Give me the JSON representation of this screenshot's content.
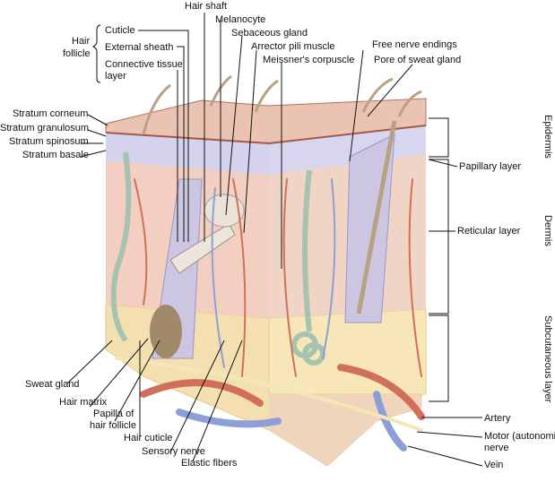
{
  "hair_follicle": {
    "group_label_line1": "Hair",
    "group_label_line2": "follicle",
    "cuticle": "Cuticle",
    "external_sheath": "External sheath",
    "connective_line1": "Connective tissue",
    "connective_line2": "layer"
  },
  "top_labels": {
    "hair_shaft": "Hair shaft",
    "melanocyte": "Melanocyte",
    "sebaceous_gland": "Sebaceous gland",
    "arrector_pili": "Arrector pili muscle",
    "meissner": "Meissner's corpuscle",
    "free_nerve": "Free nerve endings",
    "pore": "Pore of sweat gland"
  },
  "epidermis_layers": {
    "corneum": "Stratum corneum",
    "granulosum": "Stratum granulosum",
    "spinosum": "Stratum spinosum",
    "basale": "Stratum basale"
  },
  "right_labels": {
    "epidermis": "Epidermis",
    "papillary": "Papillary layer",
    "dermis": "Dermis",
    "reticular": "Reticular layer",
    "subcutaneous": "Subcutaneous layer",
    "artery": "Artery",
    "motor_line1": "Motor (autonomic)",
    "motor_line2": "nerve",
    "vein": "Vein"
  },
  "bottom_labels": {
    "sweat_gland": "Sweat gland",
    "hair_matrix": "Hair matrix",
    "papilla_line1": "Papilla of",
    "papilla_line2": "hair follicle",
    "hair_cuticle": "Hair cuticle",
    "sensory_nerve": "Sensory nerve",
    "elastic_fibers": "Elastic fibers"
  },
  "colors": {
    "skin": "#f2d3c4",
    "epidermis": "#d9a597",
    "dermis_purple": "#cdc9e6",
    "fat": "#f6e3a8",
    "artery": "#d0705a",
    "vein": "#8d9fd6",
    "nerve": "#f3e6b8"
  }
}
